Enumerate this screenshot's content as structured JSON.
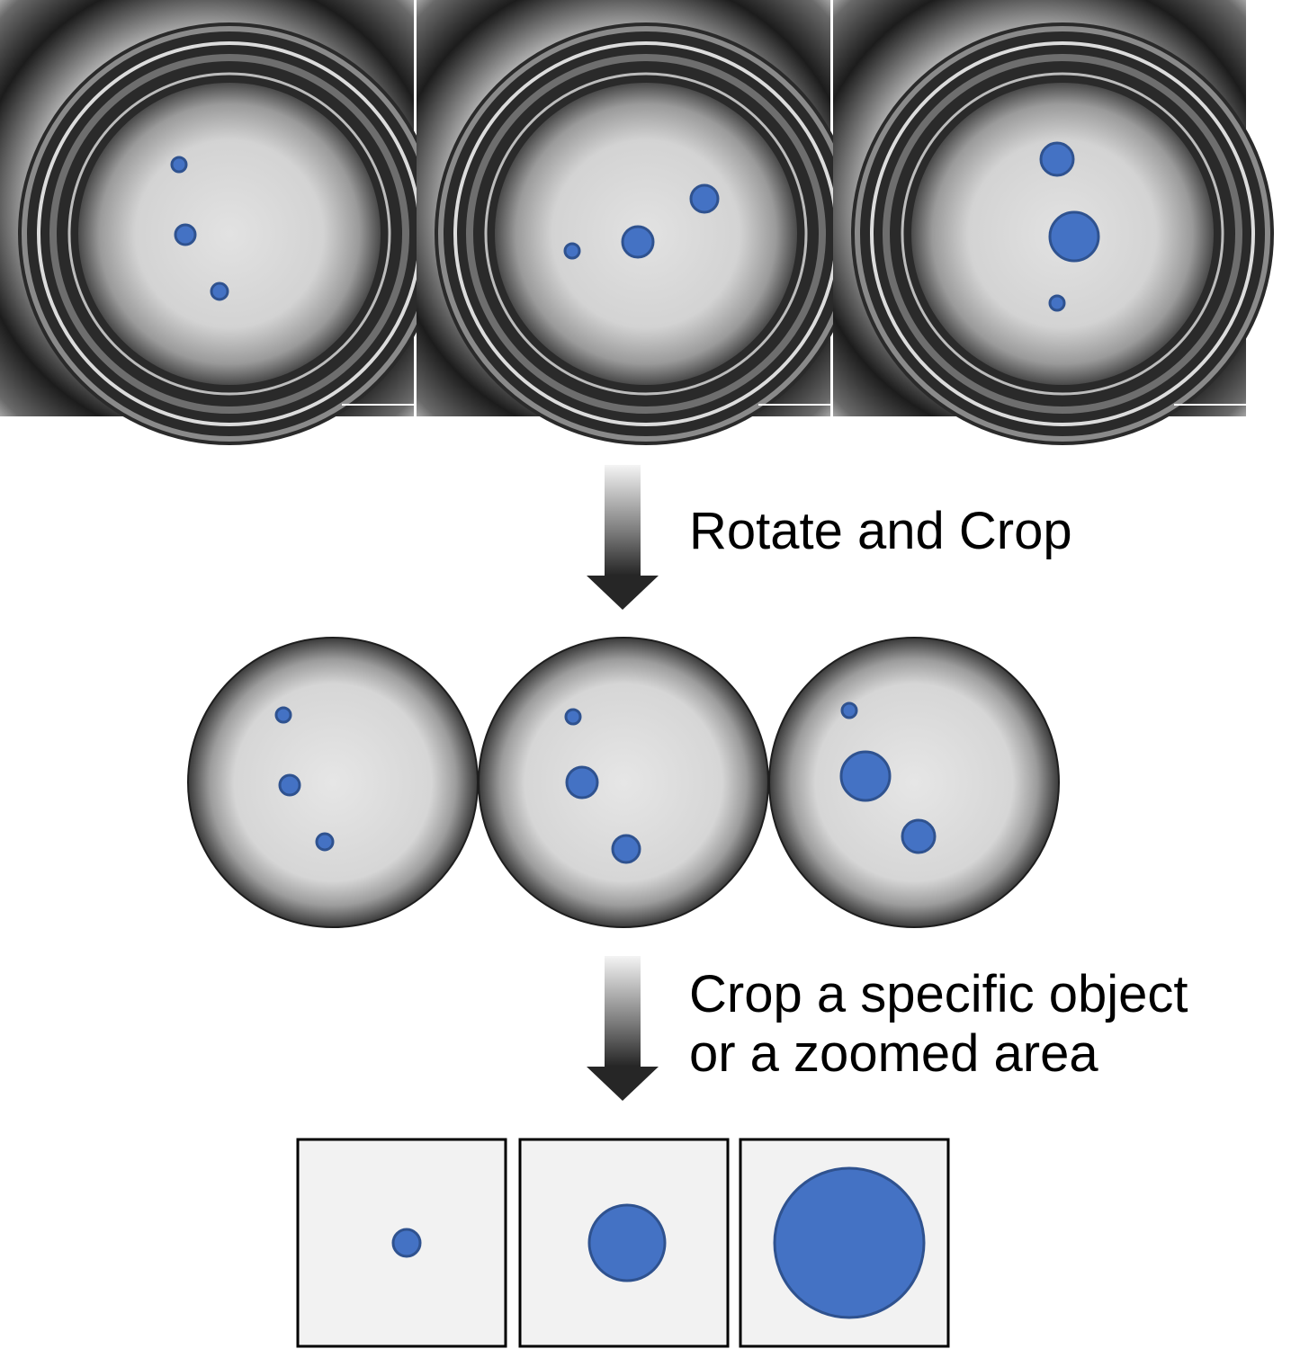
{
  "steps": [
    {
      "label_lines": [
        "Rotate and Crop"
      ]
    },
    {
      "label_lines": [
        "Crop a specific object",
        "or a zoomed area"
      ]
    }
  ],
  "colors": {
    "object_fill": "#4472c4",
    "object_stroke": "#2f528f",
    "well_center": "#e6e6e6",
    "well_edge": "#3a3a3a",
    "crop_bg": "#f2f2f2",
    "crop_border": "#000000"
  }
}
